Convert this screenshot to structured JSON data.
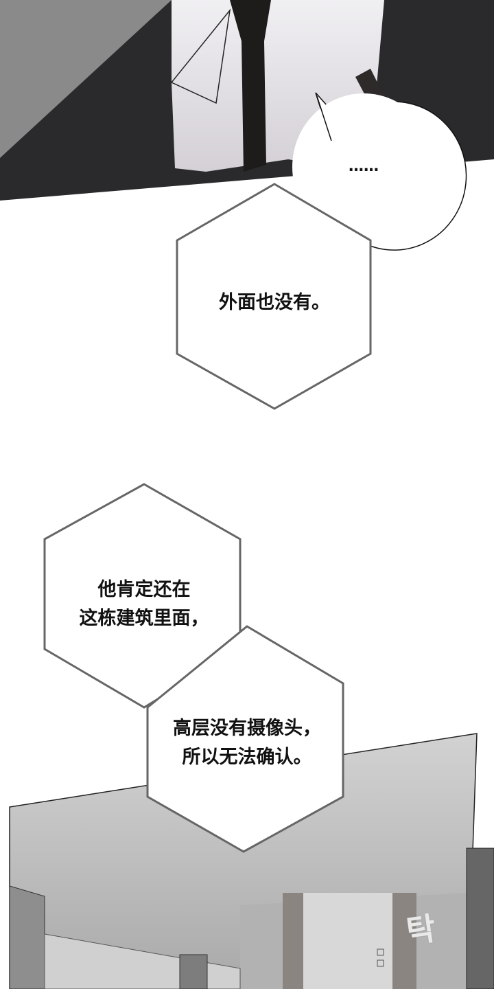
{
  "panels": {
    "top": {
      "bubble_text": "……"
    },
    "middle": {
      "hex1_text": "外面也没有。"
    },
    "lower": {
      "hex2_lines": [
        "他肯定还在",
        "这栋建筑里面，"
      ],
      "hex3_lines": [
        "高层没有摄像头，",
        "所以无法确认。"
      ],
      "sfx": "탁"
    }
  },
  "colors": {
    "suit": "#2a2a2c",
    "shirt": "#e6e4e8",
    "tie": "#1e1b1b",
    "wall": "#b9b9b9"
  }
}
